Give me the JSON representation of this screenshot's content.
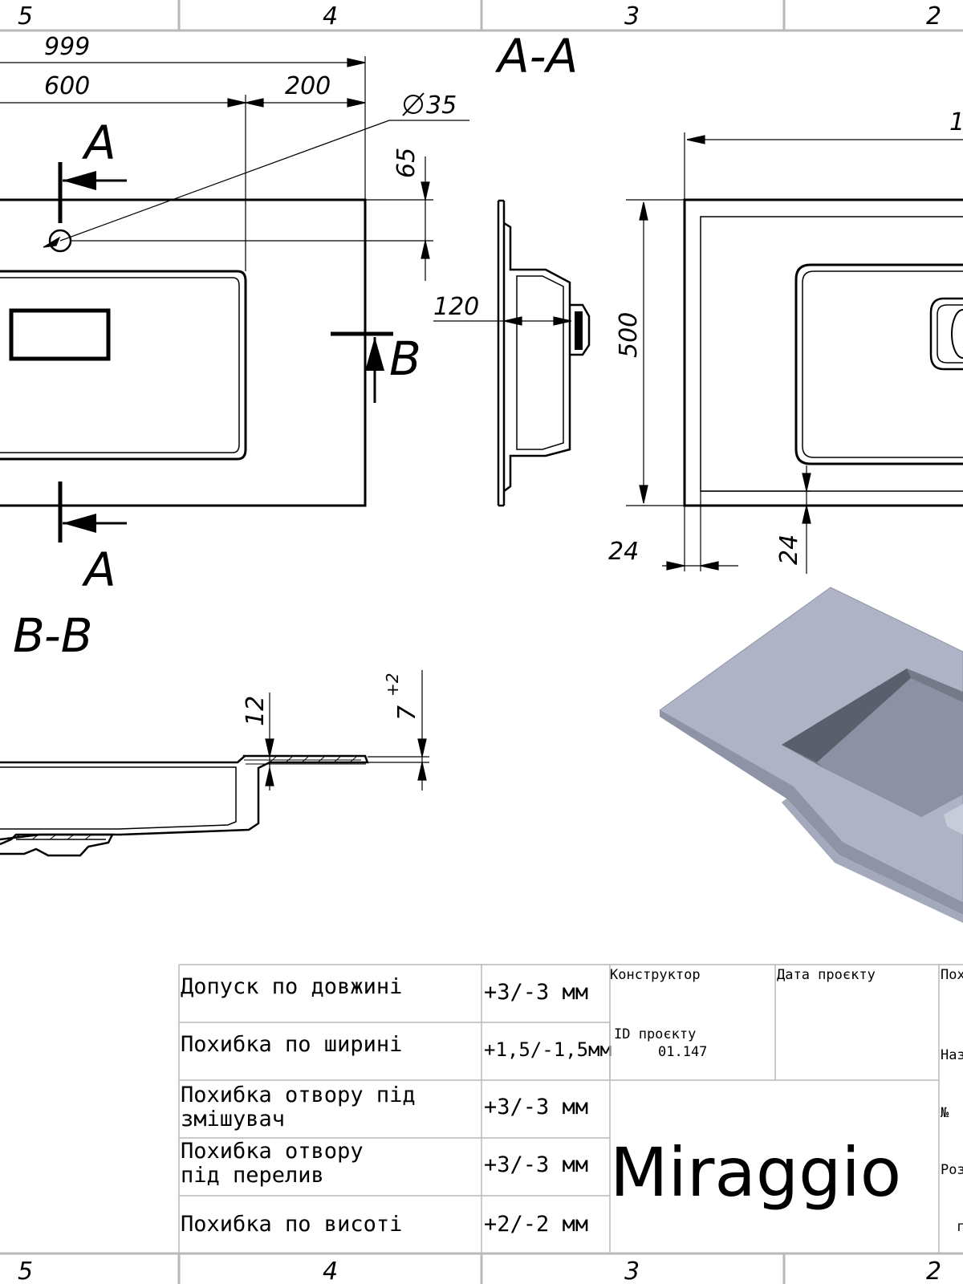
{
  "zones_top": [
    "5",
    "4",
    "3",
    "2"
  ],
  "zones_bottom": [
    "5",
    "4",
    "3",
    "2"
  ],
  "dimensions": {
    "d999": "999",
    "d600": "600",
    "d200": "200",
    "hole_dia": "35",
    "d65": "65",
    "d120": "120",
    "d500": "500",
    "d24_horizontal": "24",
    "d24_vertical": "24",
    "d12": "12",
    "d7": "7",
    "d7_tol": "+2",
    "partial_top": "1"
  },
  "section_labels": {
    "a_top": "A",
    "a_bottom": "A",
    "b_marker": "B",
    "section_aa": "A-A",
    "section_bb": "B-B"
  },
  "tolerances": [
    {
      "name": "Допуск по довжині",
      "value": "+3/-3 мм"
    },
    {
      "name": "Похибка по ширині",
      "value": "+1,5/-1,5мм"
    },
    {
      "name": "Похибка отвору під змішувач",
      "value": "+3/-3 мм"
    },
    {
      "name": "Похибка отвору під перелив",
      "value": "+3/-3 мм"
    },
    {
      "name": "Похибка по висоті",
      "value": "+2/-2 мм"
    }
  ],
  "tolerance_name_lines": [
    [
      "Допуск по довжині"
    ],
    [
      "Похибка по ширині"
    ],
    [
      "Похибка отвору під",
      "змішувач"
    ],
    [
      "Похибка отвору",
      "під перелив"
    ],
    [
      "Похибка по висоті"
    ]
  ],
  "title_block": {
    "designer_label": "Конструктор",
    "date_label": "Дата проєкту",
    "project_id_label": "ID проєкту",
    "project_id_value": "01.147",
    "brand": "Miraggio",
    "cut_labels": [
      "Пох",
      "Наз",
      "№",
      "Роз",
      "г"
    ]
  },
  "colors": {
    "line": "#000000",
    "grid": "#b9b9b9",
    "render_top": "#aeb4c6",
    "render_bowl": "#6f7381"
  }
}
